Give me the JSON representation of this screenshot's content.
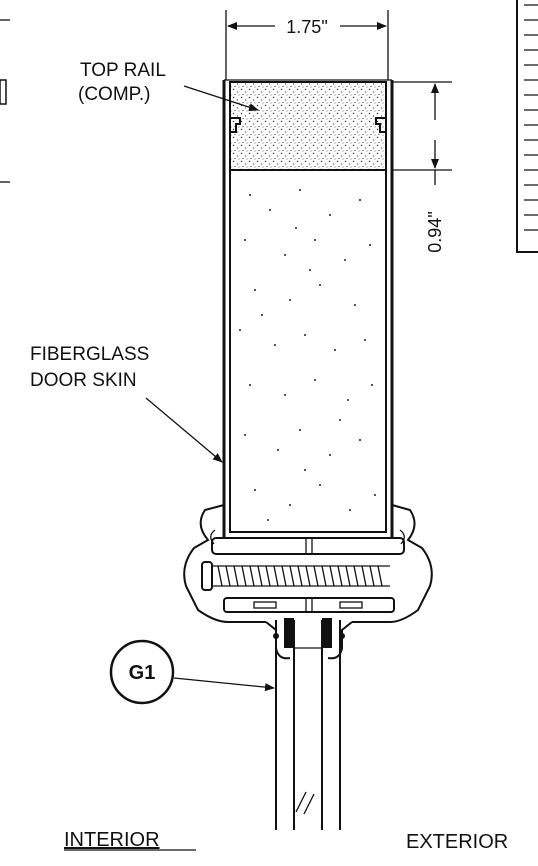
{
  "labels": {
    "top_rail_line1": "TOP RAIL",
    "top_rail_line2": "(COMP.)",
    "skin_line1": "FIBERGLASS",
    "skin_line2": "DOOR SKIN",
    "callout": "G1",
    "interior": "INTERIOR",
    "exterior": "EXTERIOR"
  },
  "dimensions": {
    "width": "1.75\"",
    "rail_height": "0.94\""
  },
  "colors": {
    "ink": "#111111",
    "background": "#ffffff"
  }
}
